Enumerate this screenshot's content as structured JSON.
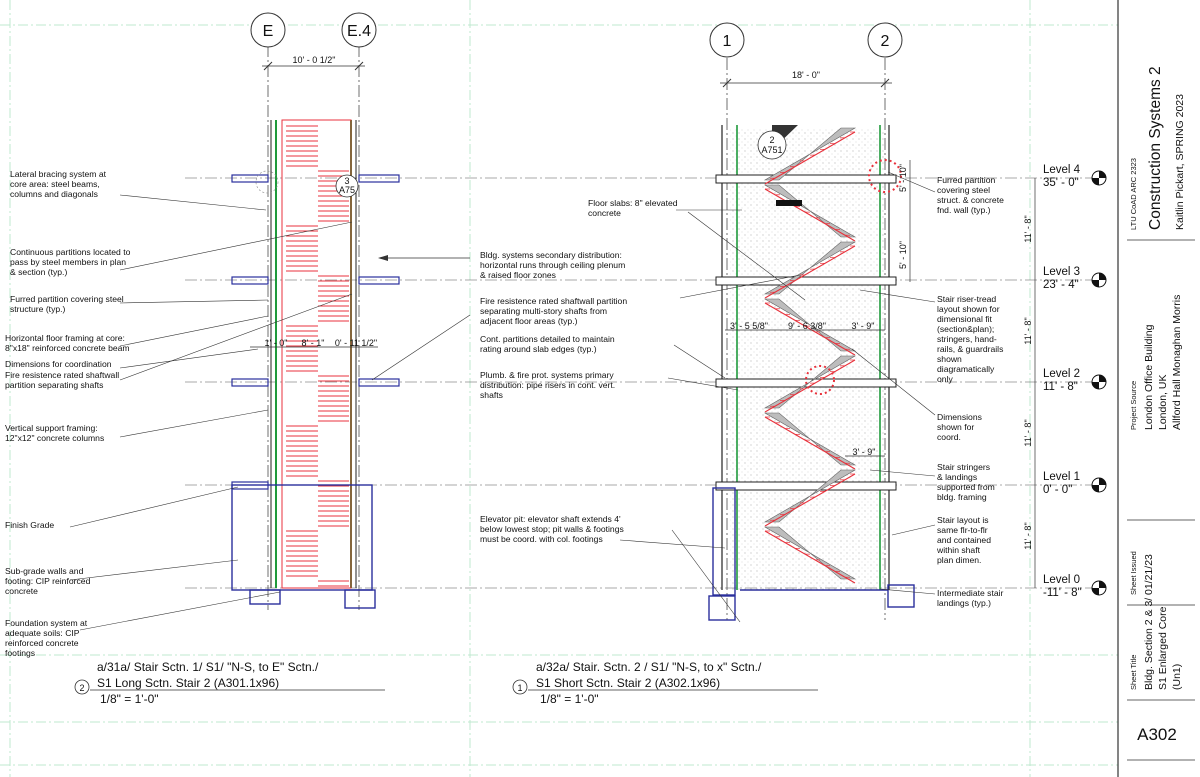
{
  "grids": {
    "left": [
      "E",
      "E.4"
    ],
    "right": [
      "1",
      "2"
    ]
  },
  "dimensions": {
    "grid_e_e4": "10' - 0 1/2\"",
    "grid_1_2": "18' - 0\"",
    "core_left": "1' - 0\"",
    "core_mid": "8' - 1\"",
    "core_right": "0' - 11 1/2\"",
    "run_a": "3' - 5 5/8\"",
    "run_b": "9' - 6 3/8\"",
    "run_c": "3' - 9\"",
    "run_d": "3' - 9\"",
    "vert_a": "5' - 10\"",
    "vert_b": "5' - 10\"",
    "floor_to_floor": [
      "11' - 8\"",
      "11' - 8\"",
      "11' - 8\"",
      "11' - 8\""
    ]
  },
  "section_marker": {
    "number": "2",
    "sheet": "A751"
  },
  "section_marker_left": {
    "number": "3",
    "sheet": "A75"
  },
  "levels": [
    {
      "name": "Level 4",
      "elev": "35' - 0\""
    },
    {
      "name": "Level 3",
      "elev": "23' - 4\""
    },
    {
      "name": "Level 2",
      "elev": "11' - 8\""
    },
    {
      "name": "Level 1",
      "elev": "0' - 0\""
    },
    {
      "name": "Level 0",
      "elev": "-11' - 8\""
    }
  ],
  "notes_left": [
    [
      "Lateral bracing system at",
      "core area: steel beams,",
      "columns and diagonals"
    ],
    [
      "Continuous partitions located to",
      "pass by steel members in plan",
      "& section (typ.)"
    ],
    [
      "Furred partition covering steel",
      "structure (typ.)"
    ],
    [
      "Horizontal floor framing at core:",
      "8\"x18\" reinforced concrete beam"
    ],
    [
      "Dimensions for coordination"
    ],
    [
      "Fire resistence rated shaftwall",
      "partition separating shafts"
    ],
    [
      "Vertical support framing:",
      "12\"x12\" concrete columns"
    ],
    [
      "Finish Grade"
    ],
    [
      "Sub-grade walls and",
      "footing: CIP reinforced",
      "concrete"
    ],
    [
      "Foundation system at",
      "adequate soils: CIP",
      "reinforced concrete",
      "footings"
    ]
  ],
  "notes_mid": [
    [
      "Bldg. systems secondary distribution:",
      "horizontal runs through ceiling plenum",
      "& raised floor zones"
    ],
    [
      "Fire resistence rated shaftwall partition",
      "separating multi-story shafts from",
      "adjacent floor areas (typ.)"
    ],
    [
      "Cont. partitions detailed to maintain",
      "rating around slab edges (typ.)"
    ],
    [
      "Plumb. & fire prot. systems primary",
      "distribution: pipe risers in cont. vert.",
      "shafts"
    ],
    [
      "Floor slabs: 8\" elevated",
      "concrete"
    ],
    [
      "Elevator pit: elevator shaft extends 4'",
      "below lowest stop; pit walls & footings",
      "must be coord. with col. footings"
    ]
  ],
  "notes_right": [
    [
      "Furred partition",
      "covering steel",
      "struct. & concrete",
      "fnd. wall (typ.)"
    ],
    [
      "Stair riser-tread",
      "layout shown for",
      "dimensional fit",
      "(section&plan);",
      "stringers, hand-",
      "rails, & guardrails",
      "shown",
      "diagramatically",
      "only"
    ],
    [
      "Dimensions",
      "shown for",
      "coord."
    ],
    [
      "Stair stringers",
      "& landings",
      "supported from",
      "bldg. framing"
    ],
    [
      "Stair layout is",
      "same flr-to-flr",
      "and contained",
      "within shaft",
      "plan dimen."
    ],
    [
      "Intermediate stair",
      "landings (typ.)"
    ]
  ],
  "views": [
    {
      "num": "2",
      "line1": "a/31a/ Stair Sctn. 1/ S1/ \"N-S, to E\" Sctn./",
      "line2": "S1 Long Sctn. Stair 2 (A301.1x96)",
      "scale": "1/8\" = 1'-0\""
    },
    {
      "num": "1",
      "line1": "a/32a/  Stair. Sctn. 2 / S1/ \"N-S, to x\" Sctn./",
      "line2": "S1 Short Sctn. Stair 2 (A302.1x96)",
      "scale": "1/8\" = 1'-0\""
    }
  ],
  "title_block": {
    "course": "LTU CoAD ARC 2323",
    "title": "Construction Systems 2",
    "author": "Kaitlin Pickart, SPRING 2023",
    "project_source_label": "Project Source",
    "project": [
      "London Office Building",
      "London, UK",
      "Allford Hall Monaghan Morris"
    ],
    "sheet_issued_label": "Sheet Issued",
    "issued": "01/21/23",
    "sheet_title_label": "Sheet Title",
    "sheet_title": [
      "Bldg. Section 2 & 3/",
      "S1 Enlarged Core",
      "(Un1)"
    ],
    "sheet_number": "A302"
  },
  "colors": {
    "stair": "#e8323c",
    "wall": "#1f9a3c",
    "foundation": "#2a2f9c",
    "grid": "#333333",
    "frame": "#c9ecd8",
    "flight": "#bdbdbd"
  }
}
